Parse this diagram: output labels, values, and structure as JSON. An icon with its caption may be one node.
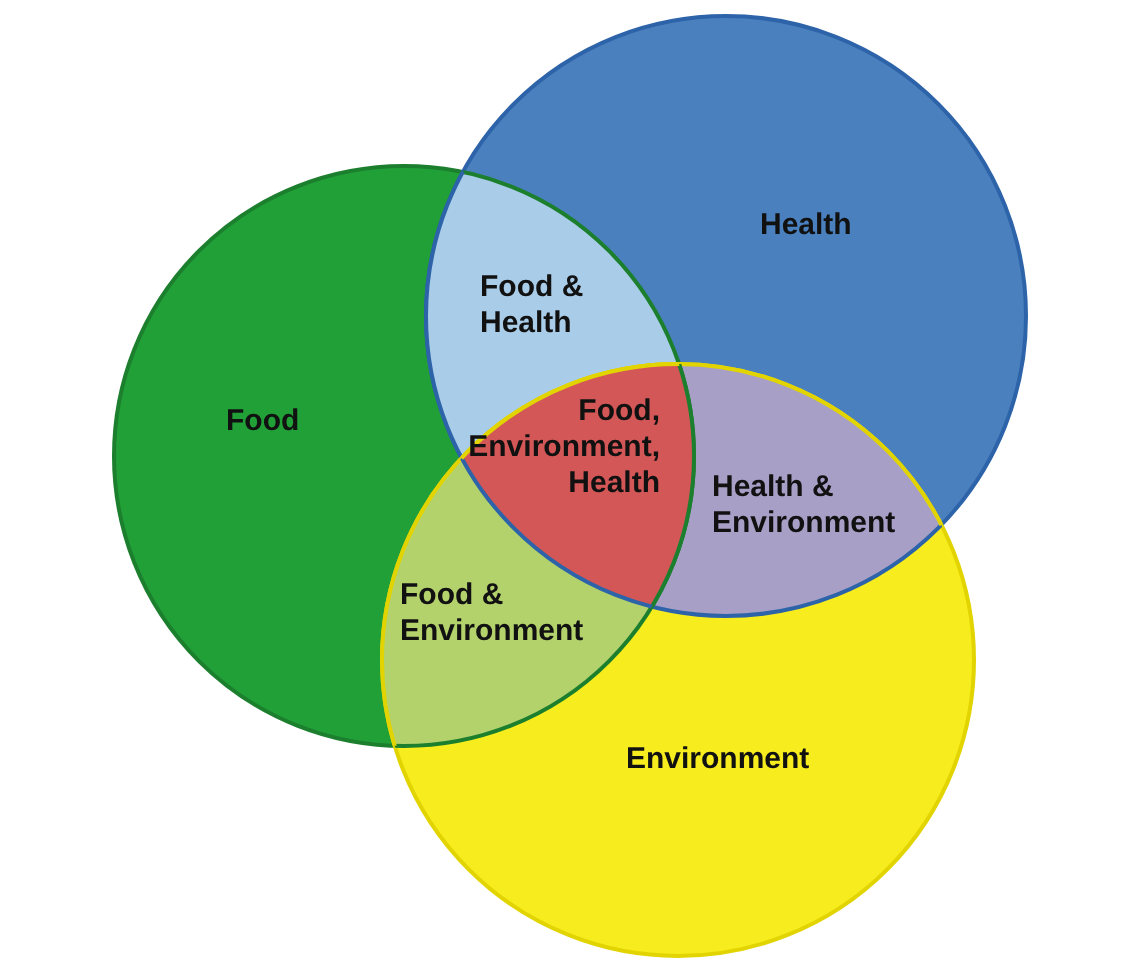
{
  "diagram": {
    "nodes": [
      {
        "text": [
          "Food"
        ]
      },
      {
        "text": [
          "Health"
        ]
      },
      {
        "text": [
          "Environment"
        ]
      },
      {
        "text": [
          "Food & Health"
        ]
      },
      {
        "text": [
          "Food, Environment, Health"
        ]
      },
      {
        "text": [
          "Health & Environment"
        ]
      },
      {
        "text": [
          "Food & Environment"
        ]
      }
    ]
  }
}
